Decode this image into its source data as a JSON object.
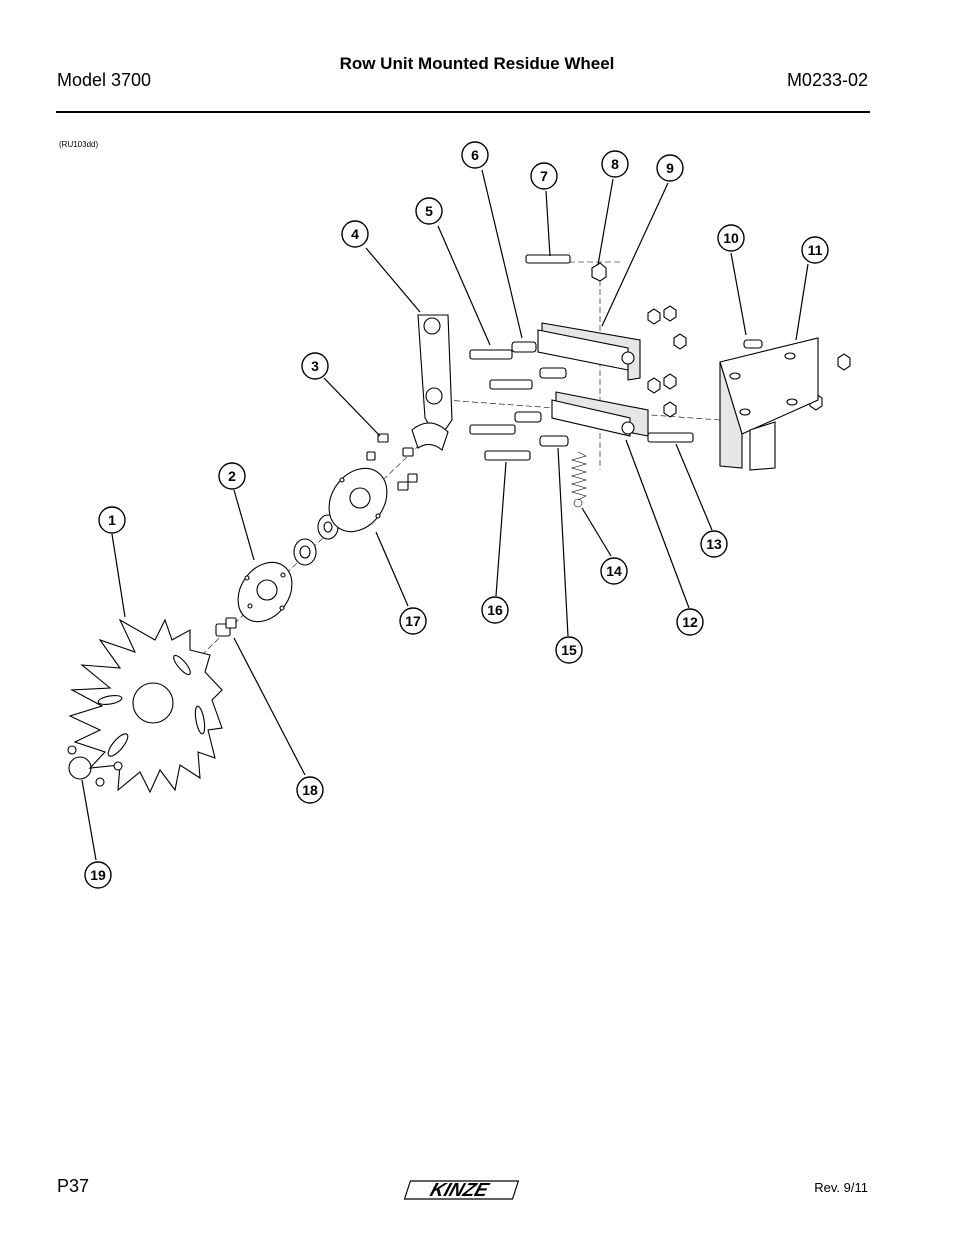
{
  "header": {
    "title": "Row Unit Mounted Residue Wheel",
    "model": "Model 3700",
    "doc_number": "M0233-02"
  },
  "drawing_code": "(RU103dd)",
  "footer": {
    "page": "P37",
    "revision": "Rev. 9/11",
    "logo_text": "KINZE"
  },
  "callouts": [
    "1",
    "2",
    "3",
    "4",
    "5",
    "6",
    "7",
    "8",
    "9",
    "10",
    "11",
    "12",
    "13",
    "14",
    "15",
    "16",
    "17",
    "18",
    "19"
  ]
}
